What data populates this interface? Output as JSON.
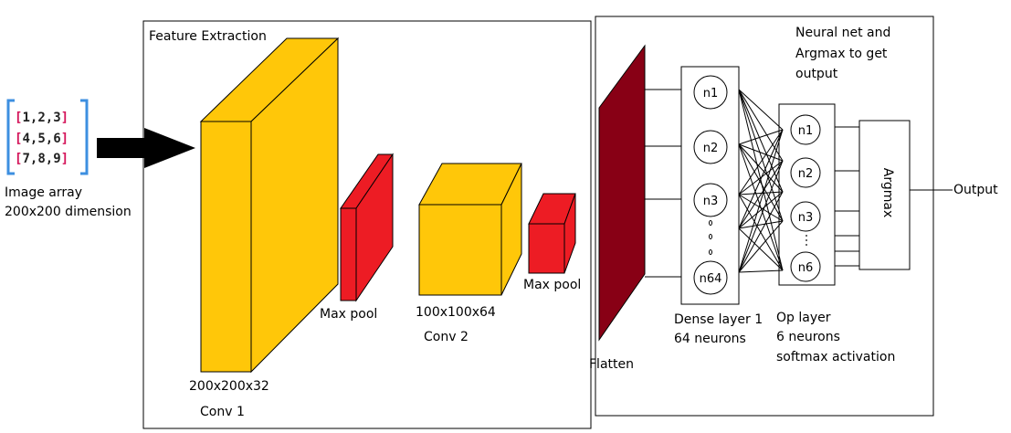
{
  "input": {
    "matrix": [
      [
        "1",
        "2",
        "3"
      ],
      [
        "4",
        "5",
        "6"
      ],
      [
        "7",
        "8",
        "9"
      ]
    ],
    "label_line1": "Image array",
    "label_line2": "200x200 dimension"
  },
  "feature_extraction": {
    "title": "Feature Extraction",
    "conv1": {
      "dims": "200x200x32",
      "name": "Conv 1"
    },
    "pool1": {
      "name": "Max pool"
    },
    "conv2": {
      "dims": "100x100x64",
      "name": "Conv 2"
    },
    "pool2": {
      "name": "Max pool"
    }
  },
  "classifier": {
    "title_line1": "Neural net and",
    "title_line2": "Argmax to get",
    "title_line3": "output",
    "flatten": "Flatten",
    "dense": {
      "neurons": [
        "n1",
        "n2",
        "n3",
        "n64"
      ],
      "label_line1": "Dense layer 1",
      "label_line2": "64 neurons"
    },
    "op": {
      "neurons": [
        "n1",
        "n2",
        "n3",
        "n6"
      ],
      "label_line1": "Op layer",
      "label_line2": "6 neurons",
      "label_line3": "softmax activation"
    },
    "argmax": "Argmax",
    "output": "Output"
  },
  "colors": {
    "conv": "#ffc709",
    "pool": "#ed1c24",
    "flatten": "#880015",
    "input_bracket": "#3d8fe0",
    "line": "#000000"
  }
}
